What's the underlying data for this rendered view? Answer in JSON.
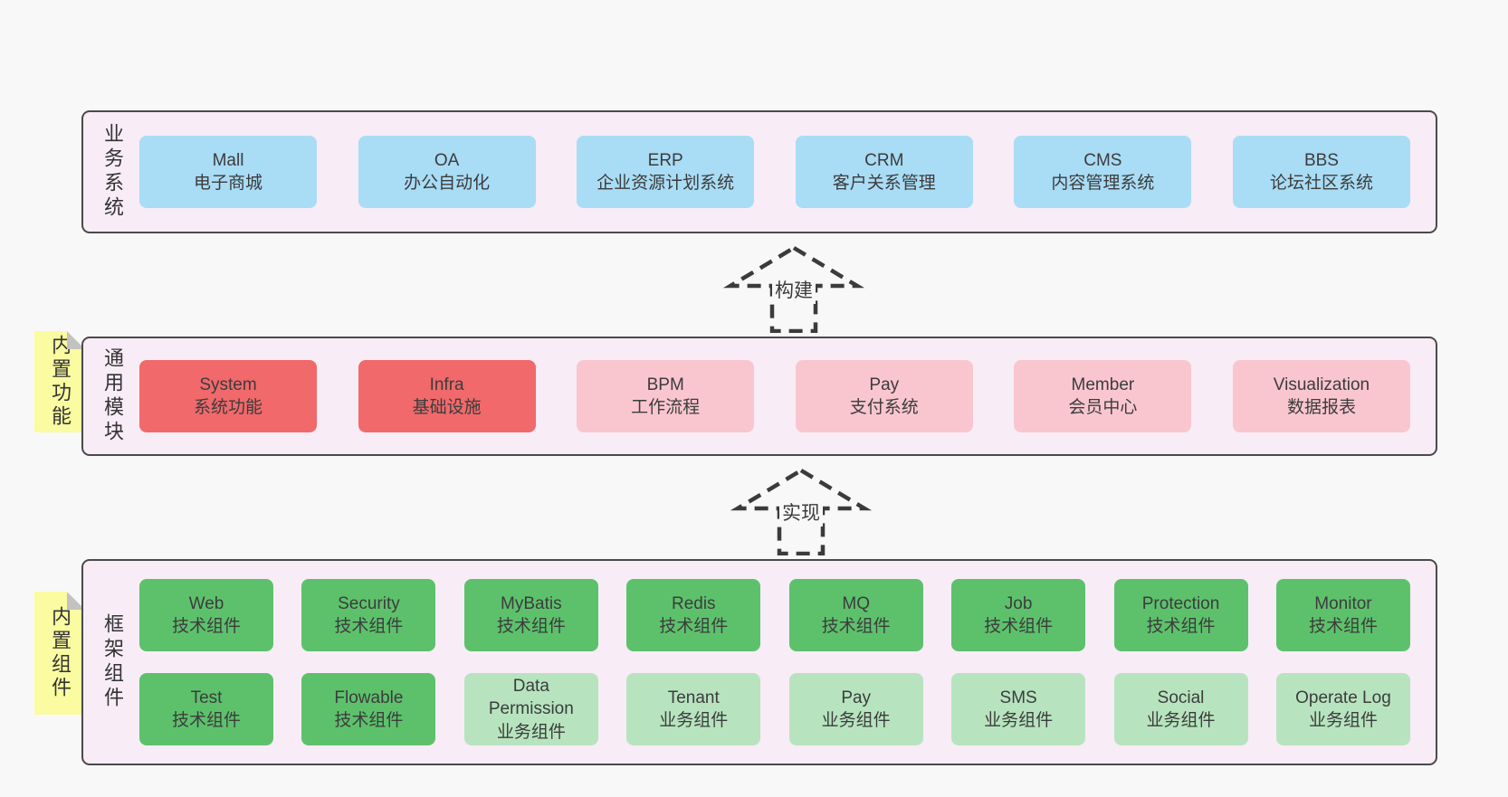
{
  "colors": {
    "page_bg": "#f8f8f8",
    "panel_bg": "#f8ecf6",
    "panel_border": "#4a4a4a",
    "box_blue": "#a9dcf5",
    "box_red": "#f1696b",
    "box_pink": "#f9c6cf",
    "box_green": "#5dc16c",
    "box_green_light": "#b7e4bf",
    "note_yellow": "#fbfba1",
    "note_fold_gray": "#c2c2c2",
    "text": "#3c3c3c",
    "arrow_dash": "#3b3b3b"
  },
  "arrows": {
    "build": {
      "label": "构建"
    },
    "implement": {
      "label": "实现"
    }
  },
  "business": {
    "side_label": "业务系统",
    "boxes": [
      {
        "en": "Mall",
        "zh": "电子商城",
        "variant": "blue"
      },
      {
        "en": "OA",
        "zh": "办公自动化",
        "variant": "blue"
      },
      {
        "en": "ERP",
        "zh": "企业资源计划系统",
        "variant": "blue"
      },
      {
        "en": "CRM",
        "zh": "客户关系管理",
        "variant": "blue"
      },
      {
        "en": "CMS",
        "zh": "内容管理系统",
        "variant": "blue"
      },
      {
        "en": "BBS",
        "zh": "论坛社区系统",
        "variant": "blue"
      }
    ]
  },
  "modules": {
    "side_label": "通用模块",
    "note_label": "内置功能",
    "boxes": [
      {
        "en": "System",
        "zh": "系统功能",
        "variant": "red"
      },
      {
        "en": "Infra",
        "zh": "基础设施",
        "variant": "red"
      },
      {
        "en": "BPM",
        "zh": "工作流程",
        "variant": "pink"
      },
      {
        "en": "Pay",
        "zh": "支付系统",
        "variant": "pink"
      },
      {
        "en": "Member",
        "zh": "会员中心",
        "variant": "pink"
      },
      {
        "en": "Visualization",
        "zh": "数据报表",
        "variant": "pink"
      }
    ]
  },
  "components": {
    "side_label": "框架组件",
    "note_label": "内置组件",
    "row1": [
      {
        "en": "Web",
        "zh": "技术组件",
        "variant": "green"
      },
      {
        "en": "Security",
        "zh": "技术组件",
        "variant": "green"
      },
      {
        "en": "MyBatis",
        "zh": "技术组件",
        "variant": "green"
      },
      {
        "en": "Redis",
        "zh": "技术组件",
        "variant": "green"
      },
      {
        "en": "MQ",
        "zh": "技术组件",
        "variant": "green"
      },
      {
        "en": "Job",
        "zh": "技术组件",
        "variant": "green"
      },
      {
        "en": "Protection",
        "zh": "技术组件",
        "variant": "green"
      },
      {
        "en": "Monitor",
        "zh": "技术组件",
        "variant": "green"
      }
    ],
    "row2": [
      {
        "en": "Test",
        "zh": "技术组件",
        "variant": "green"
      },
      {
        "en": "Flowable",
        "zh": "技术组件",
        "variant": "green"
      },
      {
        "en": "Data\nPermission",
        "zh": "业务组件",
        "variant": "green-light"
      },
      {
        "en": "Tenant",
        "zh": "业务组件",
        "variant": "green-light"
      },
      {
        "en": "Pay",
        "zh": "业务组件",
        "variant": "green-light"
      },
      {
        "en": "SMS",
        "zh": "业务组件",
        "variant": "green-light"
      },
      {
        "en": "Social",
        "zh": "业务组件",
        "variant": "green-light"
      },
      {
        "en": "Operate Log",
        "zh": "业务组件",
        "variant": "green-light"
      }
    ]
  }
}
